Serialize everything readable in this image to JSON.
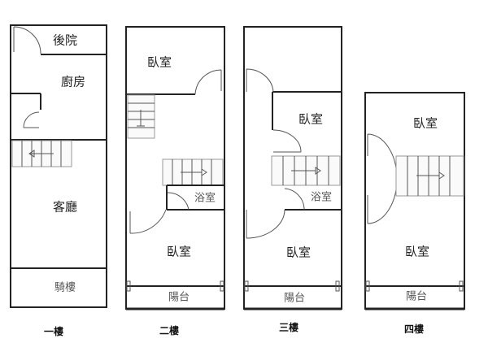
{
  "floors": [
    {
      "title": "一樓",
      "rooms": [
        "後院",
        "廚房",
        "客廳",
        "騎樓"
      ]
    },
    {
      "title": "二樓",
      "rooms": [
        "臥室",
        "浴室",
        "臥室",
        "陽台"
      ]
    },
    {
      "title": "三樓",
      "rooms": [
        "臥室",
        "浴室",
        "臥室",
        "陽台"
      ]
    },
    {
      "title": "四樓",
      "rooms": [
        "臥室",
        "臥室",
        "陽台"
      ]
    }
  ]
}
